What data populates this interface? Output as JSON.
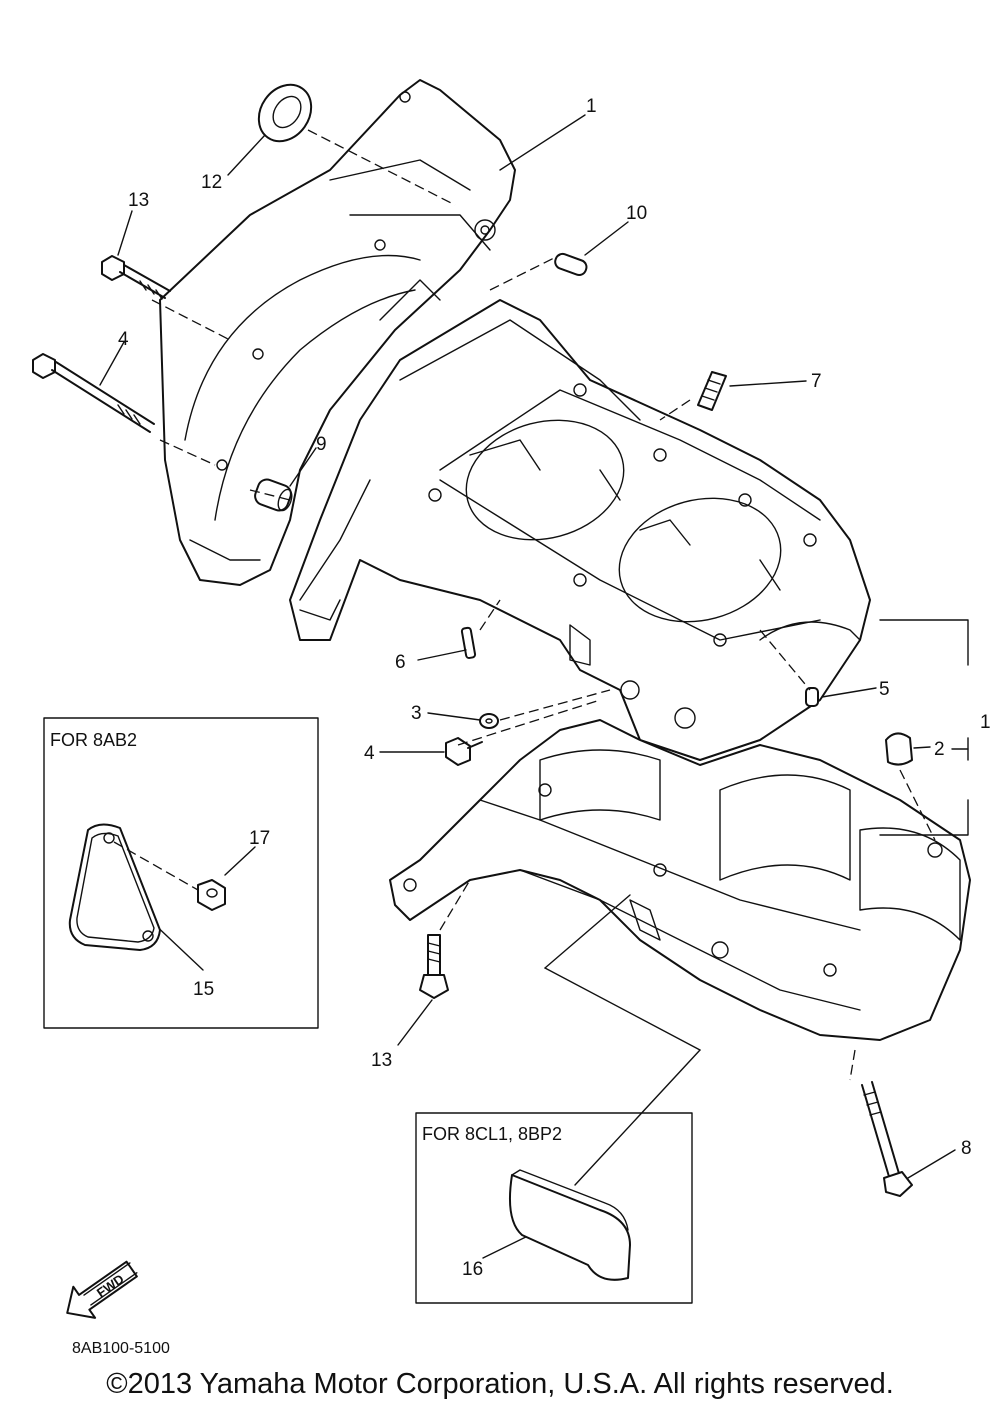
{
  "callouts": [
    {
      "id": "1",
      "text": "1"
    },
    {
      "id": "1b",
      "text": "1"
    },
    {
      "id": "2",
      "text": "2"
    },
    {
      "id": "3",
      "text": "3"
    },
    {
      "id": "4a",
      "text": "4"
    },
    {
      "id": "4b",
      "text": "4"
    },
    {
      "id": "5",
      "text": "5"
    },
    {
      "id": "6",
      "text": "6"
    },
    {
      "id": "7",
      "text": "7"
    },
    {
      "id": "8",
      "text": "8"
    },
    {
      "id": "9",
      "text": "9"
    },
    {
      "id": "10",
      "text": "10"
    },
    {
      "id": "12",
      "text": "12"
    },
    {
      "id": "13a",
      "text": "13"
    },
    {
      "id": "13b",
      "text": "13"
    },
    {
      "id": "15",
      "text": "15"
    },
    {
      "id": "16",
      "text": "16"
    },
    {
      "id": "17",
      "text": "17"
    }
  ],
  "inset_8ab2": {
    "label": "FOR 8AB2"
  },
  "inset_8cl1": {
    "label": "FOR 8CL1, 8BP2"
  },
  "fwd_arrow": {
    "label": "FWD"
  },
  "drawing_code": "8AB100-5100",
  "copyright": "©2013 Yamaha Motor Corporation, U.S.A. All rights reserved."
}
